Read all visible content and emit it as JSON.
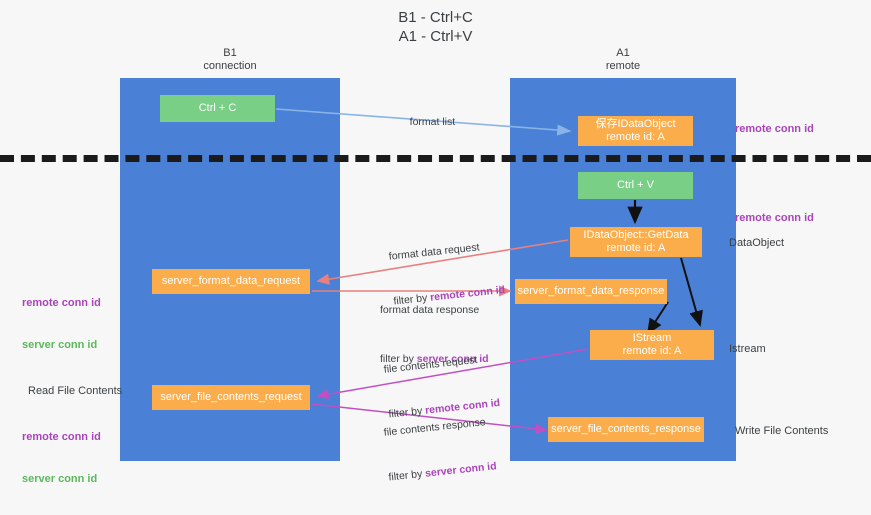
{
  "title": "B1 - Ctrl+C\nA1 - Ctrl+V",
  "lanes": [
    {
      "id": "b1",
      "label": "B1\nconnection"
    },
    {
      "id": "a1",
      "label": "A1\nremote"
    }
  ],
  "nodes": {
    "ctrl_c": "Ctrl + C",
    "idataobject": "保存IDataObject\nremote id: A",
    "ctrl_v": "Ctrl + V",
    "getdata": "IDataObject::GetData\nremote id: A",
    "server_format_data_request": "server_format_data_request",
    "server_format_data_response": "server_format_data_response",
    "istream": "IStream\nremote id: A",
    "server_file_contents_request": "server_file_contents_request",
    "server_file_contents_response": "server_file_contents_response"
  },
  "flows": {
    "format_list": "format list",
    "format_data_request": "format data request",
    "format_data_request_filter_prefix": "filter by ",
    "format_data_request_filter_key": "remote conn id",
    "format_data_response": "format data response",
    "format_data_response_filter_prefix": "filter by ",
    "format_data_response_filter_key": "server conn id",
    "file_contents_request": "file contents request",
    "file_contents_request_filter_prefix": "filter by ",
    "file_contents_request_filter_key": "remote conn id",
    "file_contents_response": "file contents response",
    "file_contents_response_filter_prefix": "filter by ",
    "file_contents_response_filter_key": "server conn id"
  },
  "annotations": {
    "right_remote_conn_id_top": "remote conn id",
    "right_remote_conn_id_mid": "remote conn id",
    "right_dataobject": "DataObject",
    "right_istream": "Istream",
    "right_write_file_contents": "Write File Contents",
    "left_remote_conn_id_1": "remote conn id",
    "left_server_conn_id_1": "server conn id",
    "left_read_file_contents": "Read File Contents",
    "left_remote_conn_id_2": "remote conn id",
    "left_server_conn_id_2": "server conn id"
  },
  "colors": {
    "background": "#f7f7f7",
    "lane": "#4a80d5",
    "node_green": "#79cf86",
    "node_orange": "#fbad4b",
    "divider": "#1b1b1b",
    "arrow_blue": "#8ab4e8",
    "arrow_black": "#111111",
    "arrow_red": "#e8807f",
    "arrow_magenta": "#c24fc2",
    "key_purple": "#a945b9",
    "key_green": "#5cb85c",
    "text": "#3c4043"
  }
}
